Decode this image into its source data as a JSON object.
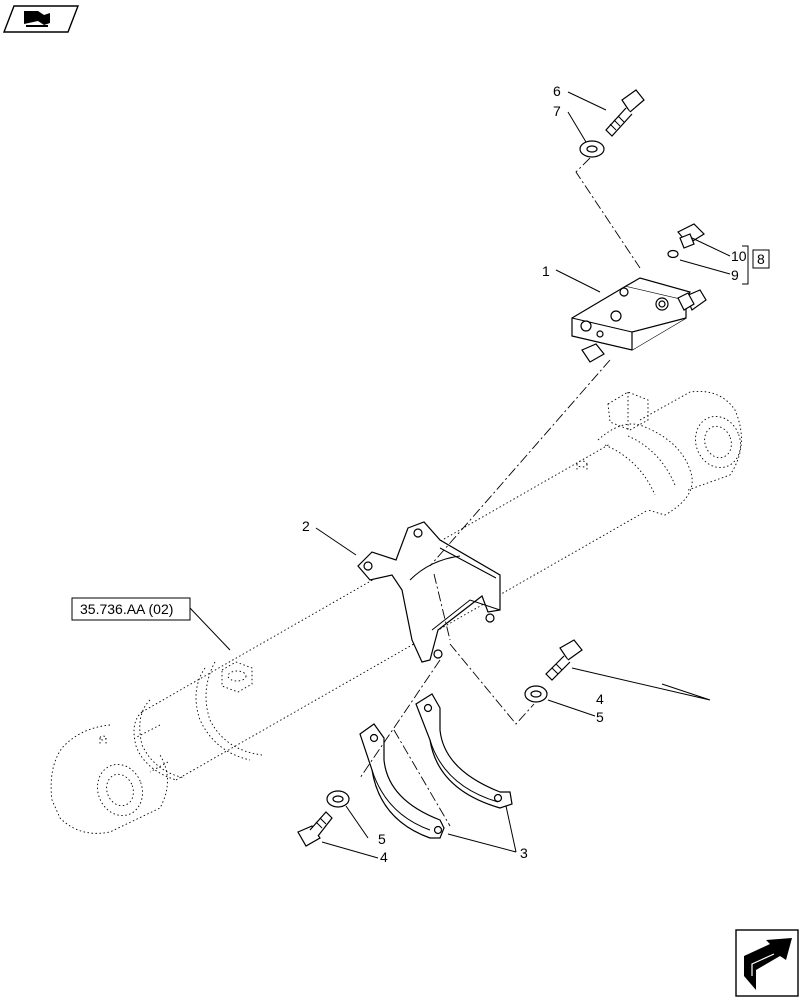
{
  "callouts": {
    "c1": "1",
    "c2": "2",
    "c3": "3",
    "c4a": "4",
    "c4b": "4",
    "c5a": "5",
    "c5b": "5",
    "c6": "6",
    "c7": "7",
    "c9": "9",
    "c10": "10",
    "c8": "8"
  },
  "reference": "35.736.AA (02)",
  "icons": {
    "top_left": "book-arrow-icon",
    "bottom_right": "next-page-arrow-icon"
  }
}
